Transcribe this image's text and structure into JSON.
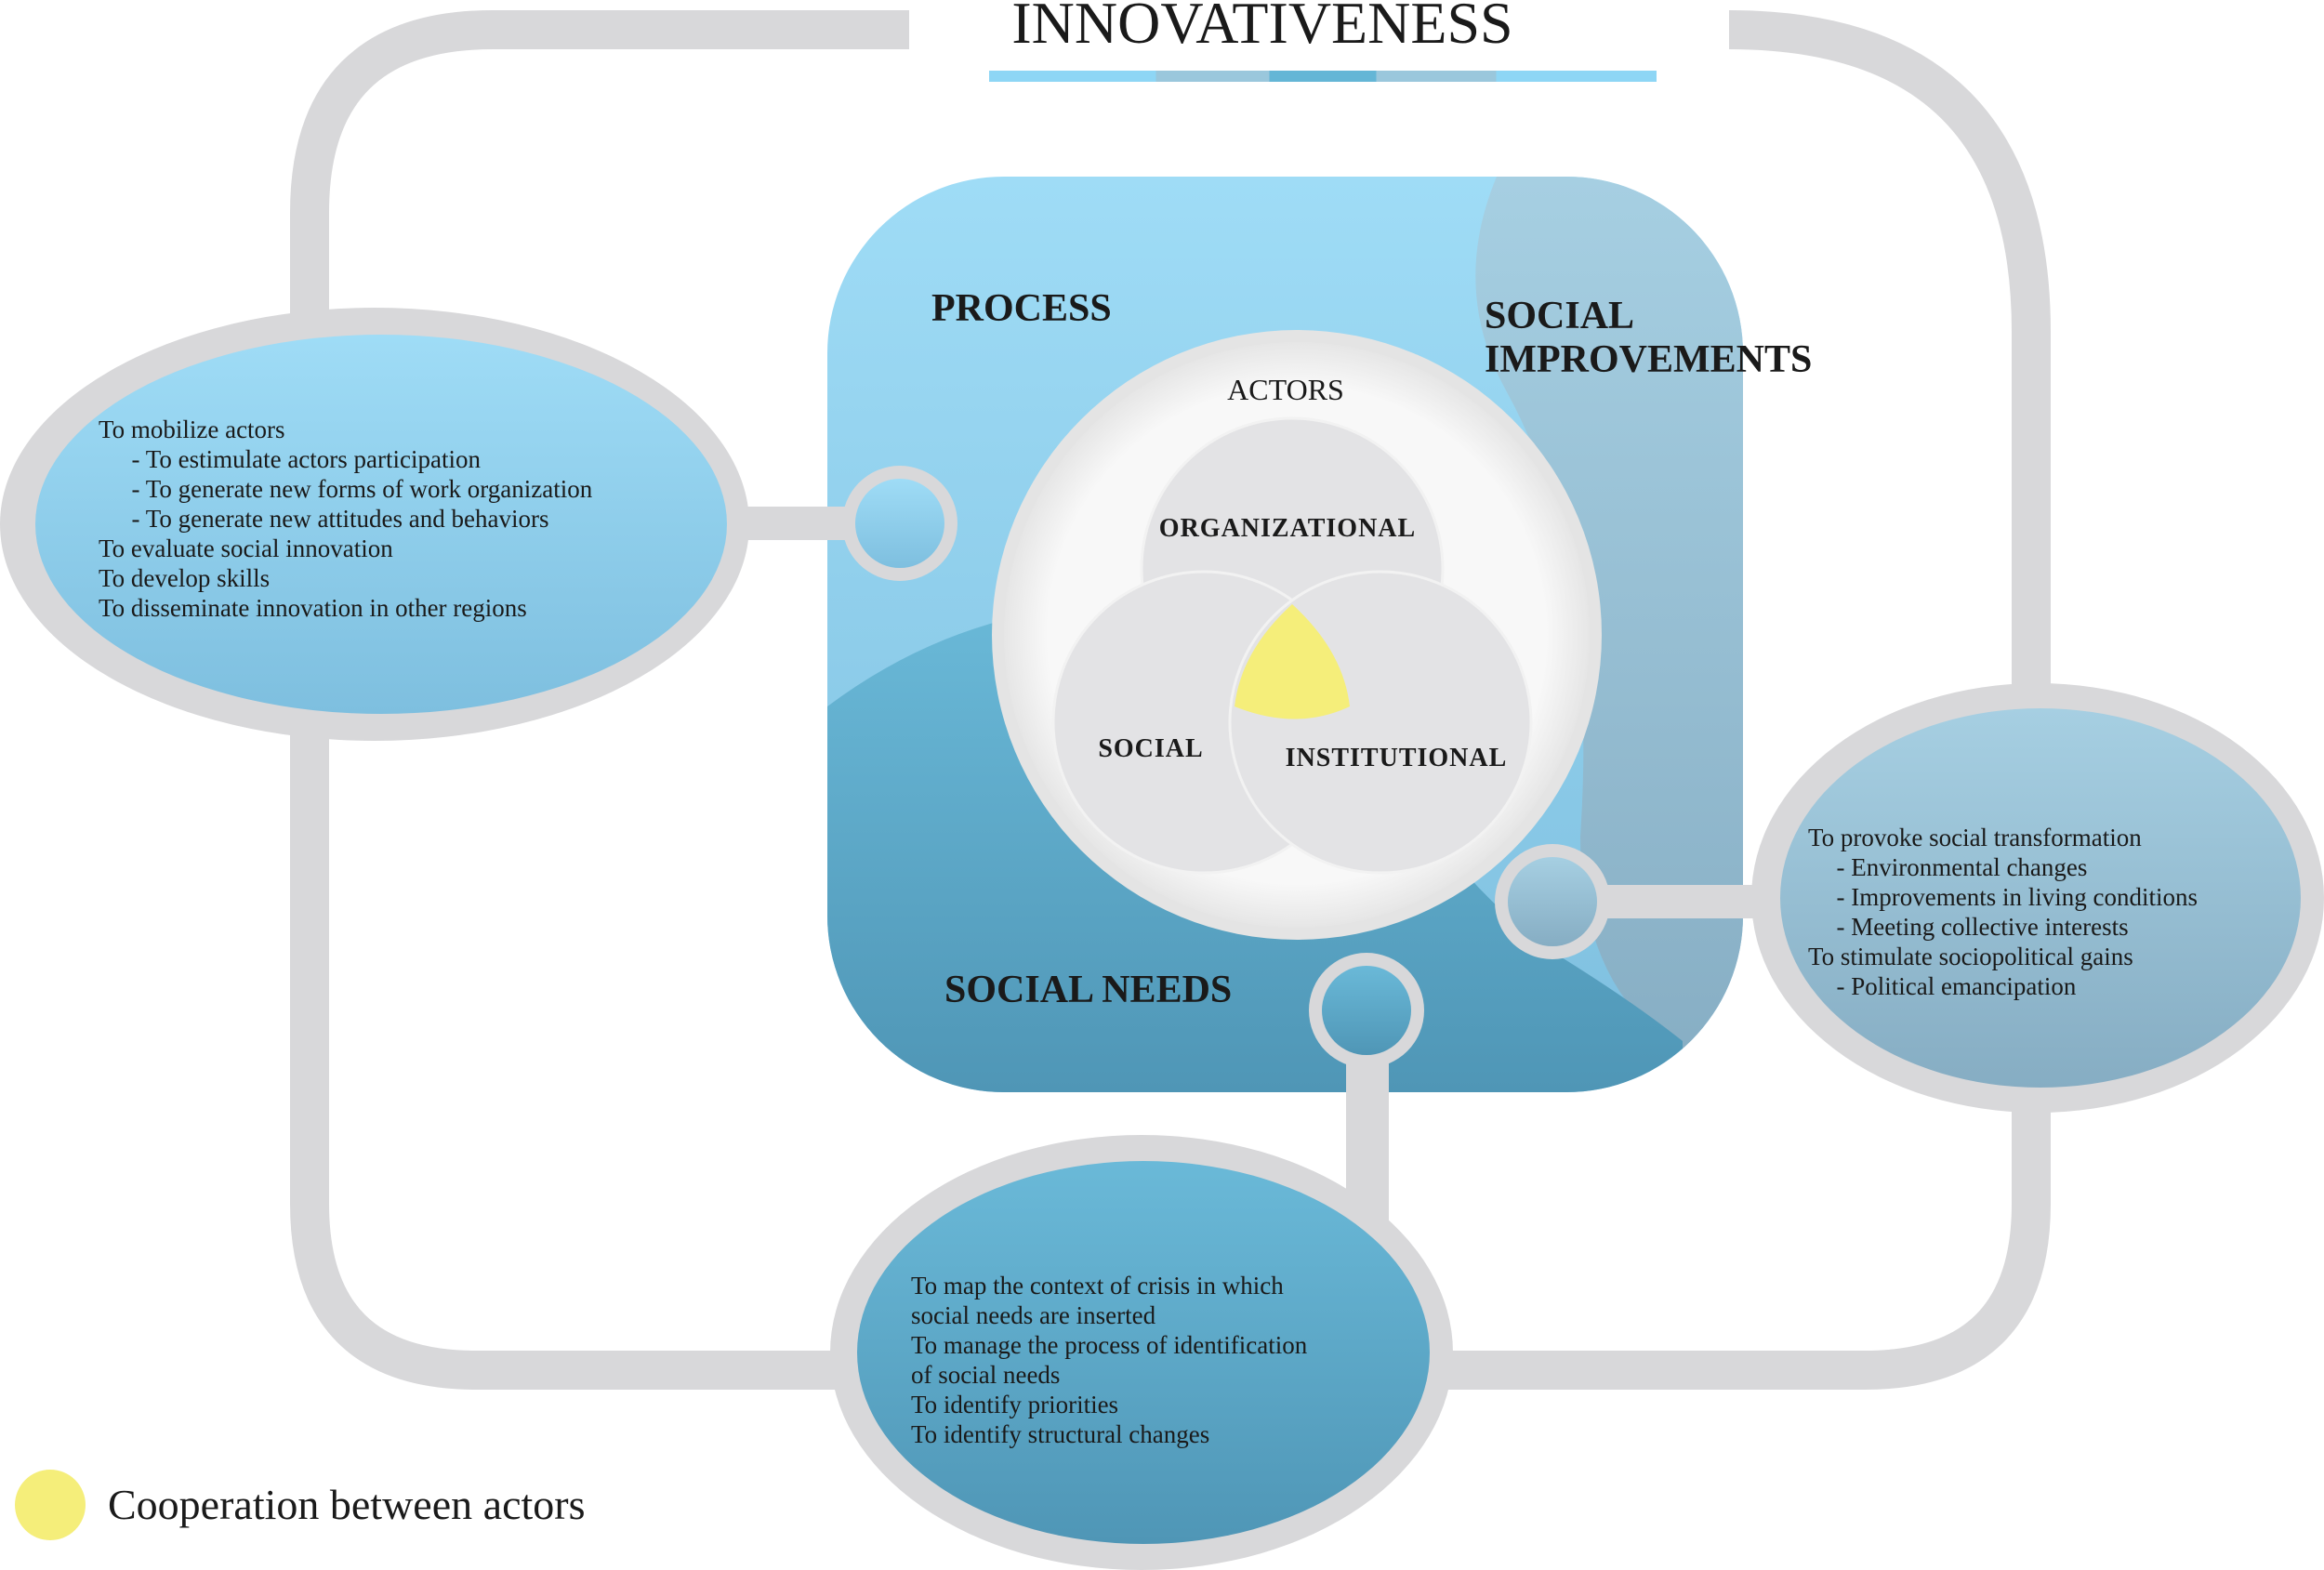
{
  "title": "INNOVATIVENESS",
  "sections": {
    "process": "PROCESS",
    "social_improvements": [
      "SOCIAL",
      "IMPROVEMENTS"
    ],
    "social_needs": "SOCIAL NEEDS"
  },
  "actors": {
    "label": "ACTORS",
    "organizational": "ORGANIZATIONAL",
    "social": "SOCIAL",
    "institutional": "INSTITUTIONAL"
  },
  "bubbles": {
    "process": [
      "To mobilize actors",
      "  - To estimulate actors participation",
      "  - To generate new forms of work organization",
      "  - To generate new attitudes and behaviors",
      "To evaluate social innovation",
      "To develop skills",
      "To disseminate innovation in other regions"
    ],
    "social_improvements": [
      "To provoke social transformation",
      "  - Environmental changes",
      "  - Improvements in living conditions",
      "  - Meeting collective interests",
      "To stimulate sociopolitical gains",
      "  - Political emancipation"
    ],
    "social_needs": [
      "To map the context of crisis in which",
      "social needs are inserted",
      "To manage the process of identification",
      "of social needs",
      "To identify priorities",
      "To identify structural changes"
    ]
  },
  "legend": {
    "label": "Cooperation between actors",
    "color": "#f5ee7a"
  },
  "colors": {
    "process": "#8ed6f5",
    "social_improvements": "#9ac7dc",
    "social_needs": "#64b6d6",
    "frame": "#d8d8da"
  }
}
